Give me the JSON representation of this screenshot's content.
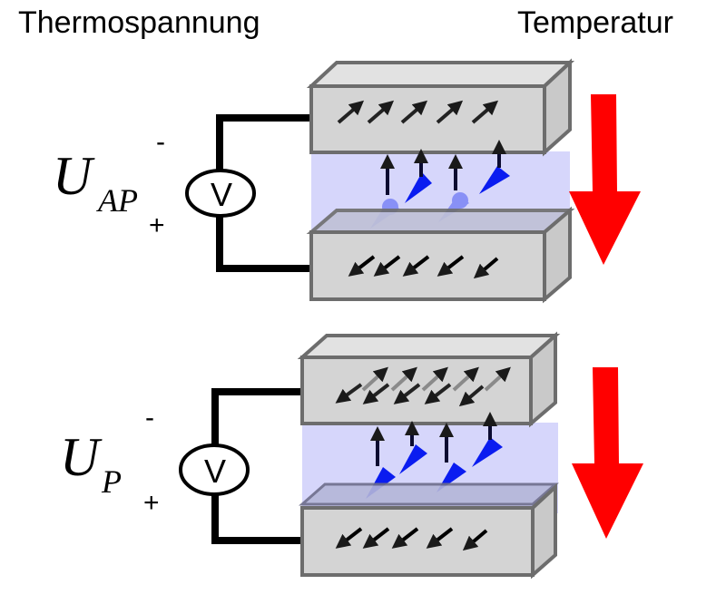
{
  "titles": {
    "left": "Thermospannung",
    "right": "Temperatur"
  },
  "panels": [
    {
      "id": "antiparallel",
      "voltage_symbol": "U",
      "voltage_subscript": "AP",
      "minus_sign": "-",
      "plus_sign": "+",
      "meter_label": "V",
      "top_layer_magnetization": "up-right",
      "bottom_layer_magnetization": "down-left"
    },
    {
      "id": "parallel",
      "voltage_symbol": "U",
      "voltage_subscript": "P",
      "minus_sign": "-",
      "plus_sign": "+",
      "meter_label": "V",
      "top_layer_magnetization": "down-left (switched from up-right)",
      "bottom_layer_magnetization": "down-left"
    }
  ],
  "colors": {
    "block_fill": "#d4d4d4",
    "block_top": "#e2e2e2",
    "block_edge": "#6d6d6d",
    "barrier": "#d6d6fb",
    "spin_blue": "#0a1cf0",
    "temperature_arrow": "#ff0000"
  }
}
